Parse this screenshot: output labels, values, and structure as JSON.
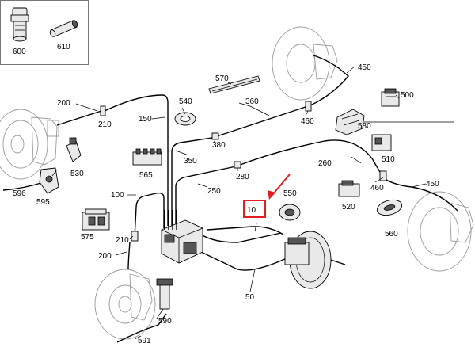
{
  "diagram": {
    "highlight_color": "#e02020",
    "inset_labels": [
      "600",
      "610"
    ],
    "labels": {
      "l10": "10",
      "l50": "50",
      "l100": "100",
      "l150": "150",
      "l200a": "200",
      "l200b": "200",
      "l210a": "210",
      "l210b": "210",
      "l250": "250",
      "l260": "260",
      "l280": "280",
      "l350": "350",
      "l360": "360",
      "l380": "380",
      "l450a": "450",
      "l450b": "450",
      "l460a": "460",
      "l460b": "460",
      "l500": "500",
      "l510": "510",
      "l520": "520",
      "l530": "530",
      "l540": "540",
      "l550": "550",
      "l560": "560",
      "l565": "565",
      "l570": "570",
      "l575": "575",
      "l580": "580",
      "l590": "590",
      "l591": "591",
      "l595": "595",
      "l596": "596"
    }
  }
}
